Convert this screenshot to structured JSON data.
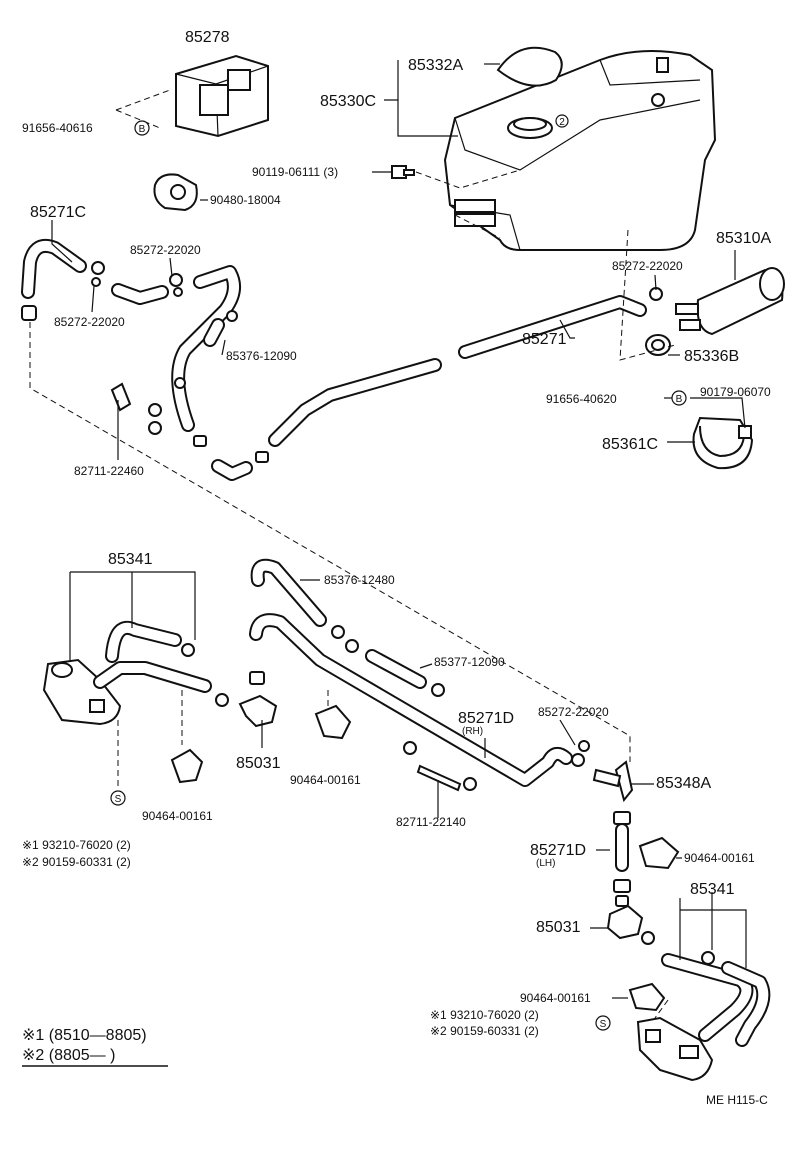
{
  "labels": {
    "l85278": "85278",
    "l91656_40616": "91656-40616",
    "l85332A": "85332A",
    "l85330C": "85330C",
    "l90119_06111": "90119-06111 (3)",
    "l90480_18004": "90480-18004",
    "l85271C": "85271C",
    "l85272_22020_a": "85272-22020",
    "l85272_22020_b": "85272-22020",
    "l85272_22020_c": "85272-22020",
    "l85310A": "85310A",
    "l85376_12090": "85376-12090",
    "l85271": "85271",
    "l85336B": "85336B",
    "l91656_40620": "91656-40620",
    "l90179_06070": "90179-06070",
    "l85361C": "85361C",
    "l82711_22460": "82711-22460",
    "l85341_a": "85341",
    "l85376_12480": "85376-12480",
    "l85377_12090": "85377-12090",
    "l85271D_rh": "85271D",
    "l85271D_rh_sub": "(RH)",
    "l85272_22020_d": "85272-22020",
    "l85031_a": "85031",
    "l90464_00161_a": "90464-00161",
    "l90464_00161_b": "90464-00161",
    "l82711_22140": "82711-22140",
    "l85348A": "85348A",
    "l85271D_lh": "85271D",
    "l85271D_lh_sub": "(LH)",
    "l90464_00161_c": "90464-00161",
    "l93210_76020_a": "※1 93210-76020 (2)",
    "l90159_60331_a": "※2 90159-60331 (2)",
    "l85031_b": "85031",
    "l85341_b": "85341",
    "l90464_00161_d": "90464-00161",
    "l93210_76020_b": "※1 93210-76020 (2)",
    "l90159_60331_b": "※2 90159-60331 (2)"
  },
  "markers": {
    "b1": "B",
    "b2": "B",
    "s1": "S",
    "s2": "S",
    "n2": "2"
  },
  "legend": {
    "line1": "※1 (8510—8805)",
    "line2": "※2 (8805—        )"
  },
  "footer": {
    "code": "ME  H115-C"
  }
}
